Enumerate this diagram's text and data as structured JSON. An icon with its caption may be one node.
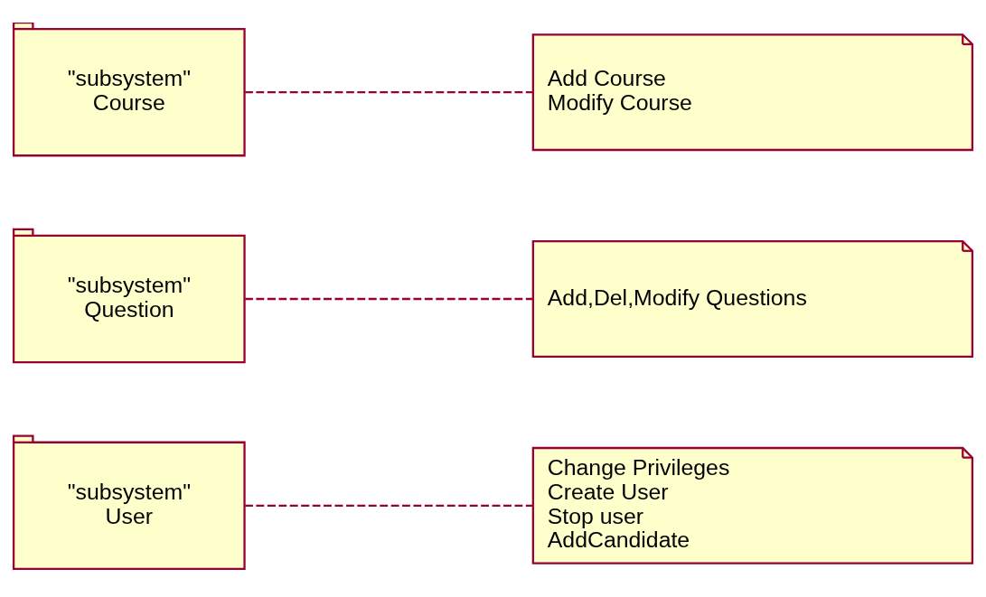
{
  "diagram": {
    "nodes": [
      {
        "text": [
          "\"subsystem\"",
          "Course"
        ]
      },
      {
        "text": [
          "Add Course",
          "Modify Course"
        ]
      },
      {
        "text": [
          "\"subsystem\"",
          "Question"
        ]
      },
      {
        "text": [
          "Add,Del,Modify Questions"
        ]
      },
      {
        "text": [
          "\"subsystem\"",
          "User"
        ]
      },
      {
        "text": [
          "Change Privileges",
          "Create User",
          "Stop user",
          "AddCandidate"
        ]
      }
    ],
    "edges": [
      {
        "from": 0,
        "to": 1,
        "arrow": "none",
        "style": "dashed"
      },
      {
        "from": 2,
        "to": 3,
        "arrow": "none",
        "style": "dashed"
      },
      {
        "from": 4,
        "to": 5,
        "arrow": "none",
        "style": "dashed"
      }
    ]
  }
}
